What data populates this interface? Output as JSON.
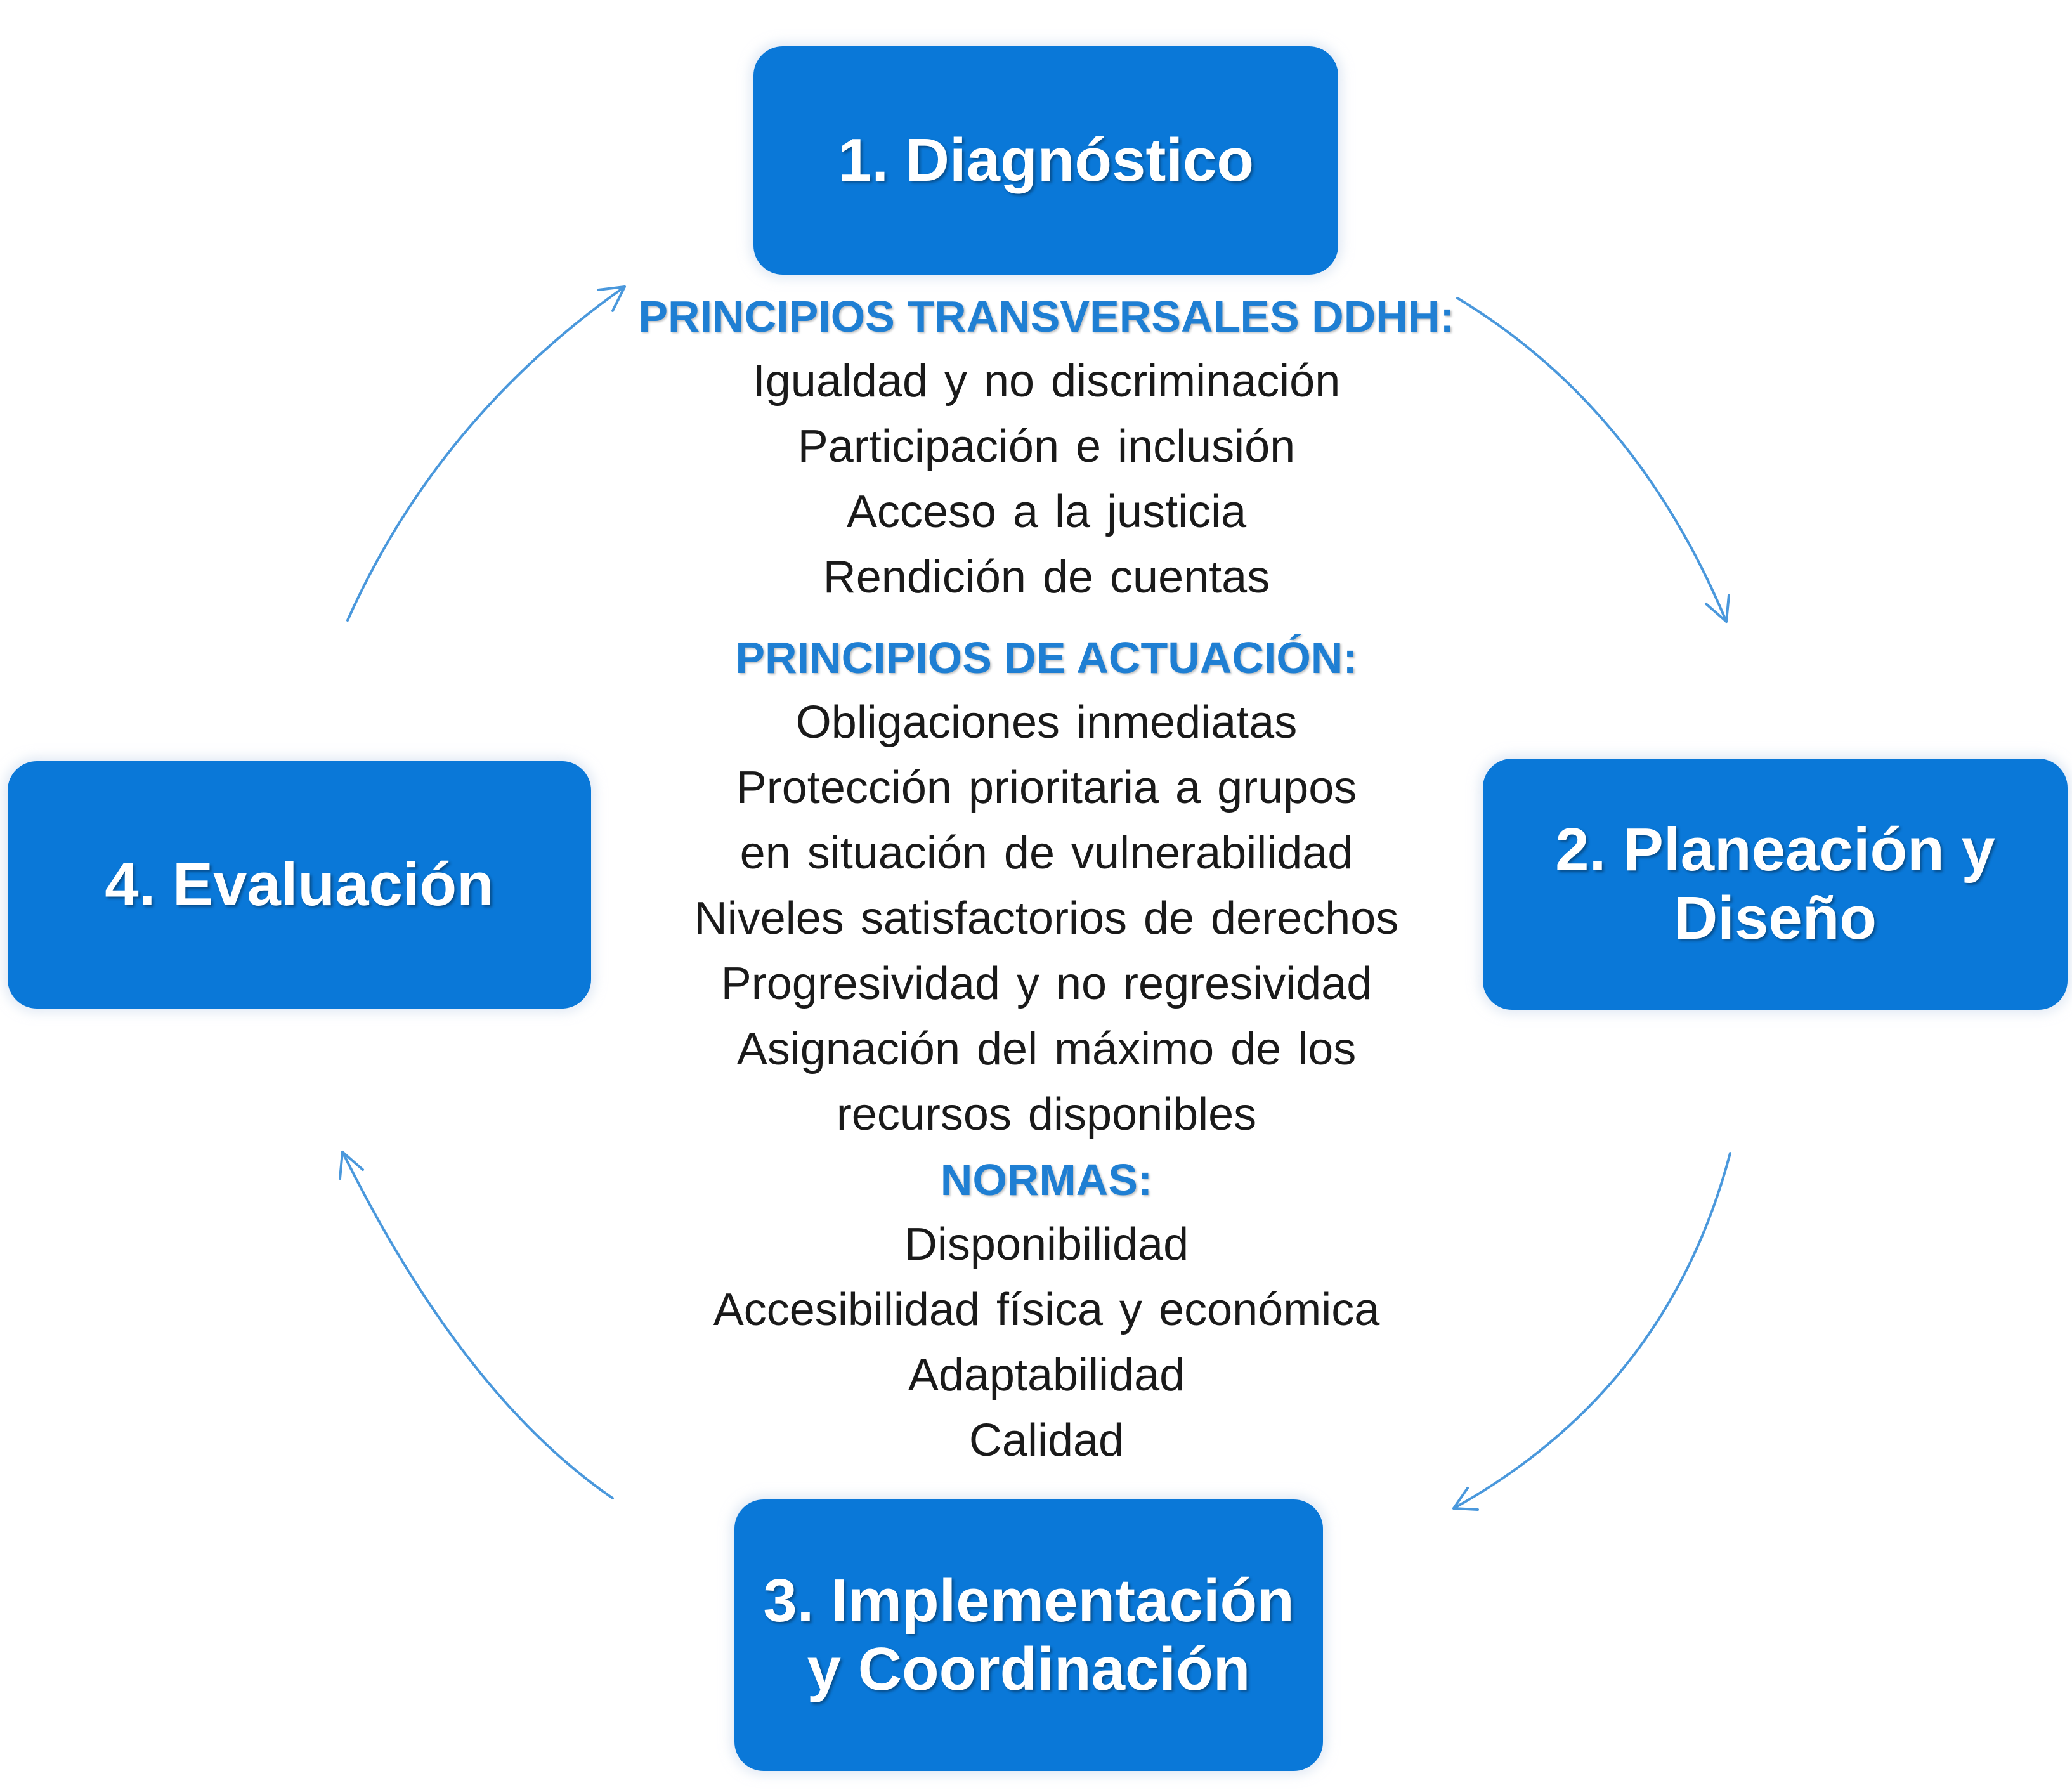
{
  "stages": {
    "diagnostico": "1. Diagnóstico",
    "planeacion": [
      "2. Planeación y",
      "Diseño"
    ],
    "implementacion": [
      "3. Implementación",
      "y Coordinación"
    ],
    "evaluacion": "4. Evaluación"
  },
  "sections": {
    "transversales": {
      "heading": "PRINCIPIOS TRANSVERSALES DDHH:",
      "items": [
        "Igualdad y no discriminación",
        "Participación e inclusión",
        "Acceso a la justicia",
        "Rendición de cuentas"
      ]
    },
    "actuacion": {
      "heading": "PRINCIPIOS DE ACTUACIÓN:",
      "items": [
        "Obligaciones inmediatas",
        "Protección prioritaria a grupos",
        "en situación de vulnerabilidad",
        "Niveles satisfactorios de derechos",
        "Progresividad y no regresividad",
        "Asignación del máximo de los",
        "recursos disponibles"
      ]
    },
    "normas": {
      "heading": "NORMAS:",
      "items": [
        "Disponibilidad",
        "Accesibilidad física y económica",
        "Adaptabilidad",
        "Calidad"
      ]
    }
  },
  "colors": {
    "box_fill": "#0a78d8",
    "heading_text": "#1f7fd3",
    "body_text": "#1a1a1a",
    "arrow": "#4a98dc"
  }
}
